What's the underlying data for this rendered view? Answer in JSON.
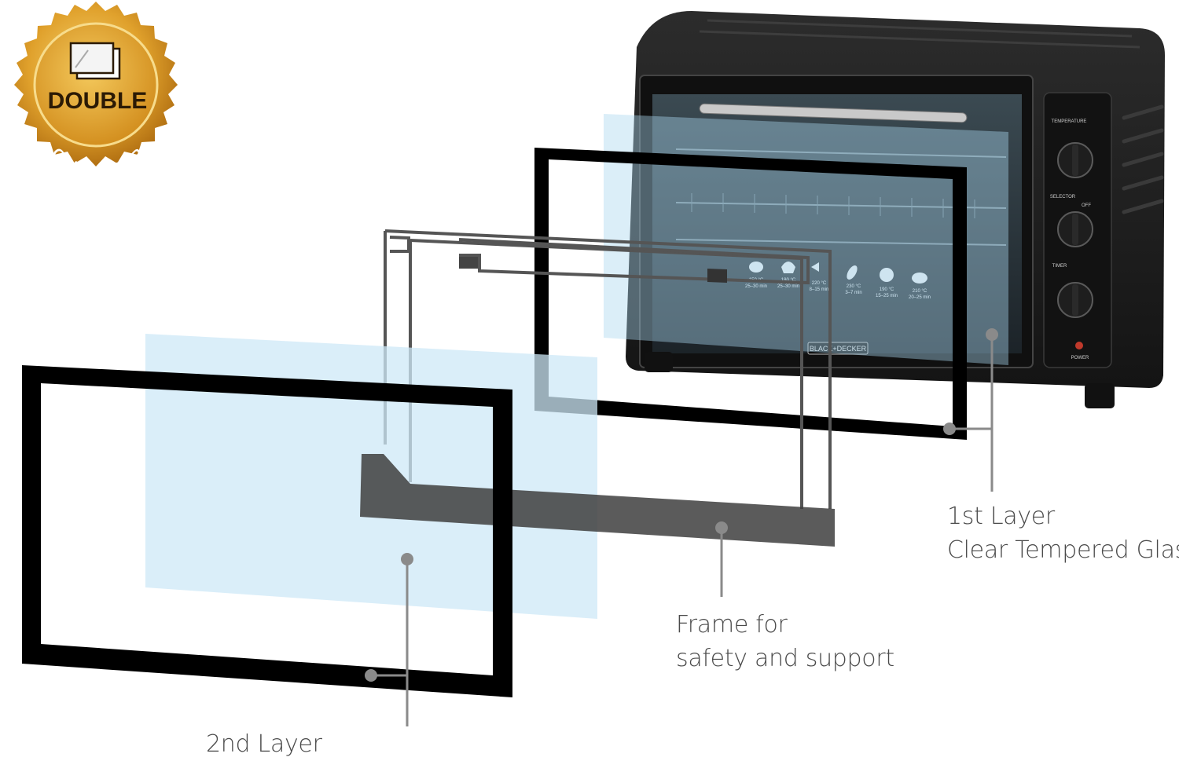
{
  "badge": {
    "title": "DOUBLE",
    "subtitle": "GLASS DOOR",
    "colors": {
      "gold_outer": "#c98a17",
      "gold_inner": "#e8b23a",
      "text": "#2b1a05"
    }
  },
  "oven": {
    "brand": "BLACK+DECKER",
    "controls": {
      "temperature": "TEMPERATURE",
      "selector": "SELECTOR",
      "timer": "TIMER",
      "power": "POWER",
      "off": "OFF"
    },
    "presets": [
      {
        "icon": "burger-icon",
        "temp": "150 °C",
        "time": "25–30 min"
      },
      {
        "icon": "muffin-icon",
        "temp": "180 °C",
        "time": "25–30 min"
      },
      {
        "icon": "fish-icon",
        "temp": "220 °C",
        "time": "8–15 min"
      },
      {
        "icon": "bread-icon",
        "temp": "230 °C",
        "time": "3–7 min"
      },
      {
        "icon": "pizza-icon",
        "temp": "190 °C",
        "time": "15–25 min"
      },
      {
        "icon": "chicken-icon",
        "temp": "210 °C",
        "time": "20–25 min"
      }
    ],
    "colors": {
      "body": "#1b1b1b",
      "glass": "#a9d6ef"
    }
  },
  "callouts": {
    "layer1_line1": "1st Layer",
    "layer1_line2": "Clear Tempered Glass",
    "frame_line1": "Frame for",
    "frame_line2": "safety and support",
    "layer2_partial": "2nd Layer"
  }
}
